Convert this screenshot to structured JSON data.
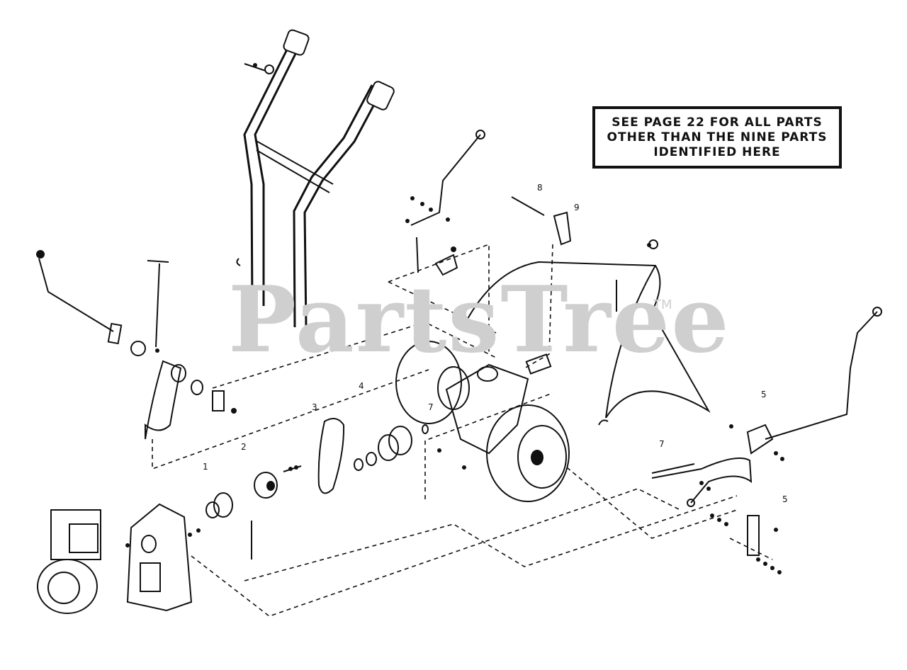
{
  "note": {
    "line1": "SEE PAGE 22 FOR ALL PARTS",
    "line2": "OTHER THAN THE NINE PARTS",
    "line3": "IDENTIFIED HERE"
  },
  "watermark": {
    "text": "PartsTree",
    "trademark": "TM"
  },
  "callouts": [
    "1",
    "2",
    "3",
    "4",
    "5",
    "5",
    "7",
    "7",
    "8",
    "9"
  ],
  "colors": {
    "ink": "#111111",
    "watermark": "#cfcfcf",
    "background": "#ffffff"
  }
}
